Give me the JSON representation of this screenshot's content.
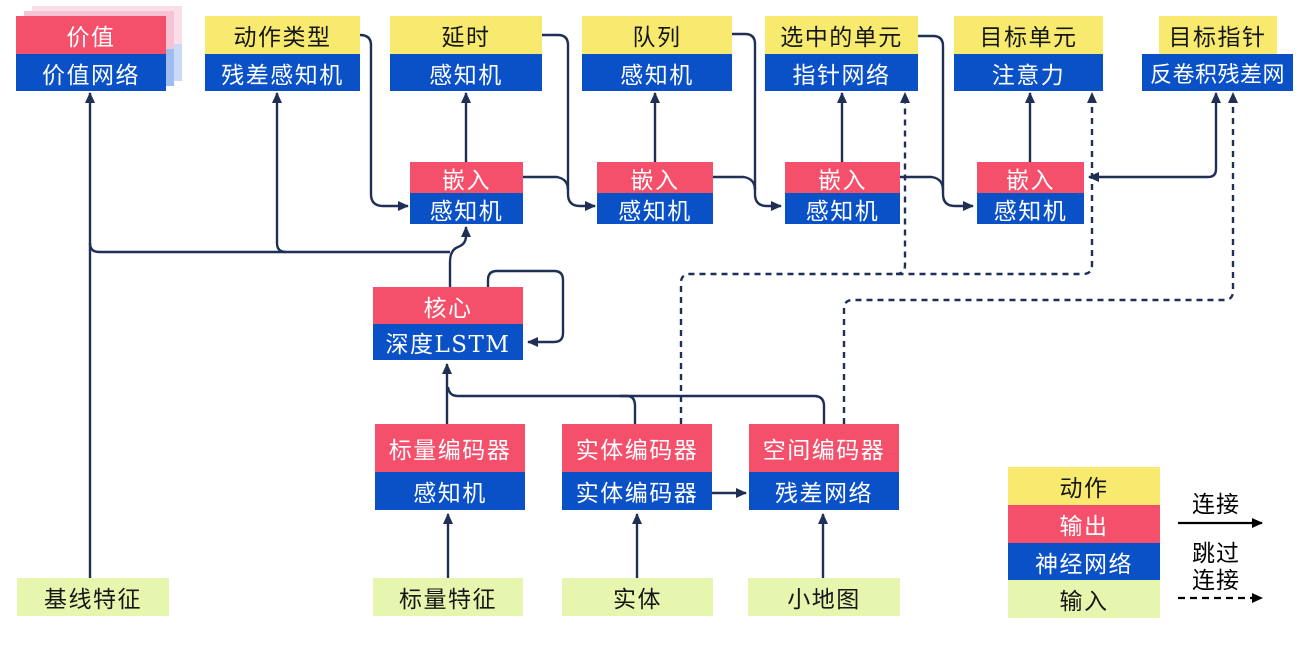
{
  "boxes": {
    "value": {
      "top": "价值",
      "bottom": "价值网络"
    },
    "action_type": {
      "top": "动作类型",
      "bottom": "残差感知机"
    },
    "delay": {
      "top": "延时",
      "bottom": "感知机"
    },
    "queue": {
      "top": "队列",
      "bottom": "感知机"
    },
    "selected_units": {
      "top": "选中的单元",
      "bottom": "指针网络"
    },
    "target_unit": {
      "top": "目标单元",
      "bottom": "注意力"
    },
    "target_point": {
      "top": "目标指针",
      "bottom": "反卷积残差网"
    },
    "embed": {
      "top": "嵌入",
      "bottom": "感知机"
    },
    "core": {
      "top": "核心",
      "bottom": "深度LSTM"
    },
    "scalar_encoder": {
      "top": "标量编码器",
      "bottom": "感知机"
    },
    "entity_encoder": {
      "top": "实体编码器",
      "bottom": "实体编码器"
    },
    "spatial_encoder": {
      "top": "空间编码器",
      "bottom": "残差网络"
    }
  },
  "inputs": {
    "baseline": "基线特征",
    "scalar": "标量特征",
    "entity": "实体",
    "minimap": "小地图"
  },
  "legend": {
    "action": "动作",
    "output": "输出",
    "network": "神经网络",
    "input": "输入",
    "connect": "连接",
    "skip1": "跳过",
    "skip2": "连接"
  },
  "colors": {
    "action_yellow": "#F7EA6E",
    "output_red": "#F4506B",
    "network_blue": "#0A51C8",
    "input_green": "#E7F6AF",
    "connector_navy": "#1F2F55",
    "legend_arrow_black": "#000000",
    "ghost_pink_near": "#F6C3D5",
    "ghost_blue_near": "#9FBCEF",
    "ghost_pink_far": "#FADDE9",
    "ghost_blue_far": "#C9DAF8"
  }
}
